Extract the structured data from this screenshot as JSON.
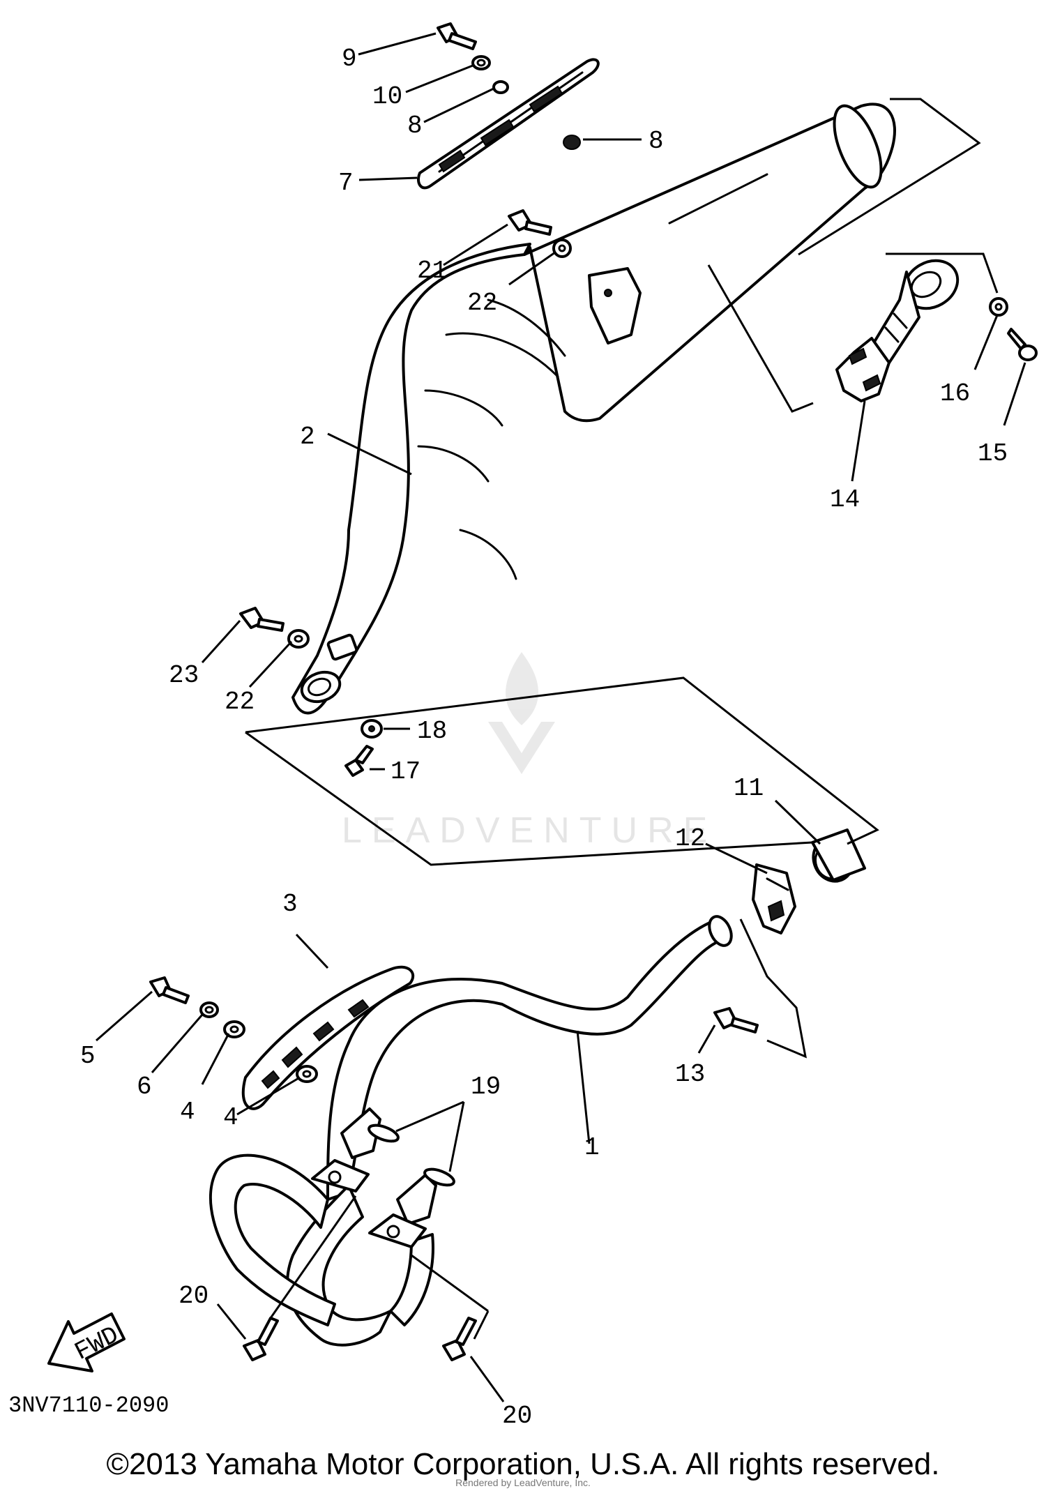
{
  "diagram": {
    "callouts": {
      "c1": "1",
      "c2": "2",
      "c3": "3",
      "c4a": "4",
      "c4b": "4",
      "c5": "5",
      "c6": "6",
      "c7": "7",
      "c8a": "8",
      "c8b": "8",
      "c9": "9",
      "c10": "10",
      "c11": "11",
      "c12": "12",
      "c13": "13",
      "c14": "14",
      "c15": "15",
      "c16": "16",
      "c17": "17",
      "c18": "18",
      "c19": "19",
      "c20a": "20",
      "c20b": "20",
      "c21": "21",
      "c22a": "22",
      "c22b": "22",
      "c23": "23"
    },
    "fwd_label": "FWD",
    "part_code": "3NV7110-2090"
  },
  "watermark": {
    "text": "LEADVENTURE"
  },
  "footer": {
    "copyright": "©2013 Yamaha Motor Corporation, U.S.A. All rights reserved.",
    "rendered_by": "Rendered by LeadVenture, Inc."
  }
}
